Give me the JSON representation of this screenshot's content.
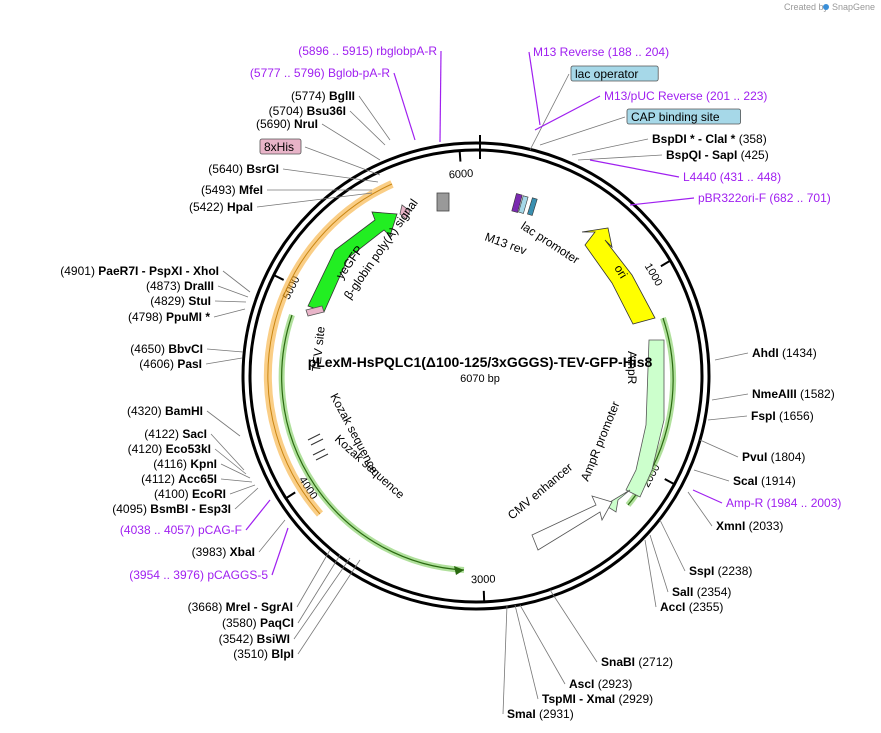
{
  "credit": {
    "prefix": "Created by",
    "brand": "SnapGene"
  },
  "plasmid": {
    "name": "pLexM-HsPQLC1(Δ100-125/3xGGGS)-TEV-GFP-His8",
    "size_label": "6070 bp",
    "length": 6070
  },
  "colors": {
    "feature_label": "#a020f0",
    "backbone": "#000000",
    "yeGFP": "#22ee22",
    "ori": "#ffff00",
    "ampR": "#ccffcc",
    "orange_band": "#f5a623",
    "green_band": "#3a9a10",
    "boxed_blue": "#a6d8e8",
    "boxed_pink": "#e8b4c8"
  },
  "ticks": [
    "1000",
    "2000",
    "3000",
    "4000",
    "5000",
    "6000"
  ],
  "right_labels": [
    {
      "id": "M13rev",
      "pos": "(188 .. 204)",
      "name": "M13 Reverse",
      "kind": "feature"
    },
    {
      "id": "lacop",
      "name": "lac operator",
      "kind": "boxed-blue"
    },
    {
      "id": "m13puc",
      "pos": "(201 .. 223)",
      "name": "M13/pUC Reverse",
      "kind": "feature"
    },
    {
      "id": "cap",
      "name": "CAP binding site",
      "kind": "boxed-blue"
    },
    {
      "id": "bspdi",
      "pos": "(358)",
      "name": "BspDI * - ClaI *",
      "kind": "enzyme"
    },
    {
      "id": "bspqi",
      "pos": "(425)",
      "name": "BspQI - SapI",
      "kind": "enzyme"
    },
    {
      "id": "l4440",
      "pos": "(431 .. 448)",
      "name": "L4440",
      "kind": "feature"
    },
    {
      "id": "pbr",
      "pos": "(682 .. 701)",
      "name": "pBR322ori-F",
      "kind": "feature"
    },
    {
      "id": "ahdi",
      "pos": "(1434)",
      "name": "AhdI",
      "kind": "enzyme"
    },
    {
      "id": "nmeaiii",
      "pos": "(1582)",
      "name": "NmeAIII",
      "kind": "enzyme"
    },
    {
      "id": "fspi",
      "pos": "(1656)",
      "name": "FspI",
      "kind": "enzyme"
    },
    {
      "id": "pvui",
      "pos": "(1804)",
      "name": "PvuI",
      "kind": "enzyme"
    },
    {
      "id": "scai",
      "pos": "(1914)",
      "name": "ScaI",
      "kind": "enzyme"
    },
    {
      "id": "ampr",
      "pos": "(1984 .. 2003)",
      "name": "Amp-R",
      "kind": "feature"
    },
    {
      "id": "xmni",
      "pos": "(2033)",
      "name": "XmnI",
      "kind": "enzyme"
    },
    {
      "id": "sspi",
      "pos": "(2238)",
      "name": "SspI",
      "kind": "enzyme"
    },
    {
      "id": "sali",
      "pos": "(2354)",
      "name": "SalI",
      "kind": "enzyme"
    },
    {
      "id": "acci",
      "pos": "(2355)",
      "name": "AccI",
      "kind": "enzyme"
    },
    {
      "id": "snabi",
      "pos": "(2712)",
      "name": "SnaBI",
      "kind": "enzyme"
    },
    {
      "id": "asci",
      "pos": "(2923)",
      "name": "AscI",
      "kind": "enzyme"
    },
    {
      "id": "tspmi",
      "pos": "(2929)",
      "name": "TspMI - XmaI",
      "kind": "enzyme"
    },
    {
      "id": "smai",
      "pos": "(2931)",
      "name": "SmaI",
      "kind": "enzyme"
    }
  ],
  "left_labels": [
    {
      "id": "rbglob",
      "pos": "(5896 .. 5915)",
      "name": "rbglobpA-R",
      "kind": "feature"
    },
    {
      "id": "bglob",
      "pos": "(5777 .. 5796)",
      "name": "Bglob-pA-R",
      "kind": "feature"
    },
    {
      "id": "bglii",
      "pos": "(5774)",
      "name": "BglII",
      "kind": "enzyme"
    },
    {
      "id": "bsu36i",
      "pos": "(5704)",
      "name": "Bsu36I",
      "kind": "enzyme"
    },
    {
      "id": "nrui",
      "pos": "(5690)",
      "name": "NruI",
      "kind": "enzyme"
    },
    {
      "id": "his8",
      "name": "8xHis",
      "kind": "boxed-pink"
    },
    {
      "id": "bsrgi",
      "pos": "(5640)",
      "name": "BsrGI",
      "kind": "enzyme"
    },
    {
      "id": "mfei",
      "pos": "(5493)",
      "name": "MfeI",
      "kind": "enzyme"
    },
    {
      "id": "hpai",
      "pos": "(5422)",
      "name": "HpaI",
      "kind": "enzyme"
    },
    {
      "id": "paer7i",
      "pos": "(4901)",
      "name": "PaeR7I - PspXI - XhoI",
      "kind": "enzyme"
    },
    {
      "id": "draiii",
      "pos": "(4873)",
      "name": "DraIII",
      "kind": "enzyme"
    },
    {
      "id": "stui",
      "pos": "(4829)",
      "name": "StuI",
      "kind": "enzyme"
    },
    {
      "id": "ppumi",
      "pos": "(4798)",
      "name": "PpuMI *",
      "kind": "enzyme"
    },
    {
      "id": "bbvci",
      "pos": "(4650)",
      "name": "BbvCI",
      "kind": "enzyme"
    },
    {
      "id": "pasi",
      "pos": "(4606)",
      "name": "PasI",
      "kind": "enzyme"
    },
    {
      "id": "bamhi",
      "pos": "(4320)",
      "name": "BamHI",
      "kind": "enzyme"
    },
    {
      "id": "saci",
      "pos": "(4122)",
      "name": "SacI",
      "kind": "enzyme"
    },
    {
      "id": "eco53ki",
      "pos": "(4120)",
      "name": "Eco53kI",
      "kind": "enzyme"
    },
    {
      "id": "kpni",
      "pos": "(4116)",
      "name": "KpnI",
      "kind": "enzyme"
    },
    {
      "id": "acc65i",
      "pos": "(4112)",
      "name": "Acc65I",
      "kind": "enzyme"
    },
    {
      "id": "ecori",
      "pos": "(4100)",
      "name": "EcoRI",
      "kind": "enzyme"
    },
    {
      "id": "bsmbi",
      "pos": "(4095)",
      "name": "BsmBI - Esp3I",
      "kind": "enzyme"
    },
    {
      "id": "pcagf",
      "pos": "(4038 .. 4057)",
      "name": "pCAG-F",
      "kind": "feature"
    },
    {
      "id": "xbai",
      "pos": "(3983)",
      "name": "XbaI",
      "kind": "enzyme"
    },
    {
      "id": "pcaggs",
      "pos": "(3954 .. 3976)",
      "name": "pCAGGS-5",
      "kind": "feature"
    },
    {
      "id": "mrei",
      "pos": "(3668)",
      "name": "MreI - SgrAI",
      "kind": "enzyme"
    },
    {
      "id": "paqci",
      "pos": "(3580)",
      "name": "PaqCI",
      "kind": "enzyme"
    },
    {
      "id": "bsiwi",
      "pos": "(3542)",
      "name": "BsiWI",
      "kind": "enzyme"
    },
    {
      "id": "blpi",
      "pos": "(3510)",
      "name": "BlpI",
      "kind": "enzyme"
    }
  ],
  "inner_labels": {
    "m13rev": "M13 rev",
    "lacpromoter": "lac promoter",
    "ori": "ori",
    "ampr": "AmpR",
    "amprpromoter": "AmpR promoter",
    "cmv": "CMV enhancer",
    "kozak1": "Kozak sequence",
    "kozak2": "Kozak sequence",
    "tev": "TEV site",
    "yegfp": "yeGFP",
    "bglobin": "β-globin poly(A) signal"
  }
}
